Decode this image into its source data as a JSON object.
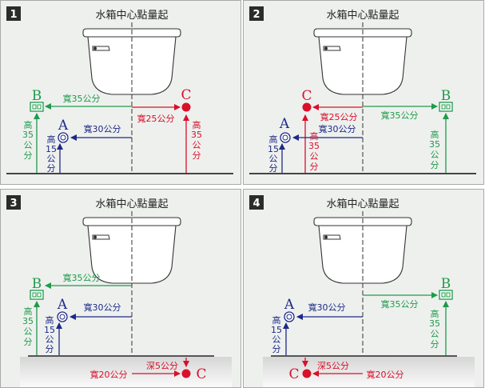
{
  "colors": {
    "panel_bg": "#eef0ee",
    "frame": "#a9a9a9",
    "green": "#1e9b4a",
    "blue": "#1e2a86",
    "red": "#d8102a",
    "dark": "#333333",
    "floor": "#8a8a8a"
  },
  "panels": [
    {
      "number": "1",
      "title": "水箱中心點量起",
      "b": {
        "letter": "B",
        "width_label": "寬35公分",
        "height_label": [
          "高",
          "35",
          "公",
          "分"
        ]
      },
      "a": {
        "letter": "A",
        "width_label": "寬30公分",
        "height_label": [
          "高",
          "15",
          "公",
          "分"
        ]
      },
      "c": {
        "letter": "C",
        "width_label": "寬25公分",
        "height_label": [
          "高",
          "35",
          "公",
          "分"
        ]
      }
    },
    {
      "number": "2",
      "title": "水箱中心點量起",
      "b": {
        "letter": "B",
        "width_label": "寬35公分",
        "height_label": [
          "高",
          "35",
          "公",
          "分"
        ]
      },
      "a": {
        "letter": "A",
        "width_label": "寬30公分",
        "height_label": [
          "高",
          "15",
          "公",
          "分"
        ]
      },
      "c": {
        "letter": "C",
        "width_label": "寬25公分",
        "height_label": [
          "高",
          "35",
          "公",
          "分"
        ]
      }
    },
    {
      "number": "3",
      "title": "水箱中心點量起",
      "b": {
        "letter": "B",
        "width_label": "寬35公分",
        "height_label": [
          "高",
          "35",
          "公",
          "分"
        ]
      },
      "a": {
        "letter": "A",
        "width_label": "寬30公分",
        "height_label": [
          "高",
          "15",
          "公",
          "分"
        ]
      },
      "c": {
        "letter": "C",
        "width_label": "寬20公分",
        "depth_label": "深5公分"
      }
    },
    {
      "number": "4",
      "title": "水箱中心點量起",
      "b": {
        "letter": "B",
        "width_label": "寬35公分",
        "height_label": [
          "高",
          "35",
          "公",
          "分"
        ]
      },
      "a": {
        "letter": "A",
        "width_label": "寬30公分",
        "height_label": [
          "高",
          "15",
          "公",
          "分"
        ]
      },
      "c": {
        "letter": "C",
        "width_label": "寬20公分",
        "depth_label": "深5公分"
      }
    }
  ]
}
